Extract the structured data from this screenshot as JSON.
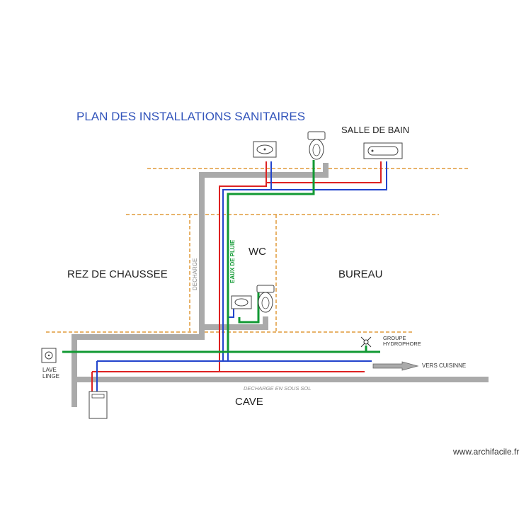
{
  "title": "PLAN DES INSTALLATIONS SANITAIRES",
  "rooms": {
    "salle_de_bain": "SALLE DE BAIN",
    "wc": "WC",
    "rez_de_chaussee": "REZ DE CHAUSSEE",
    "bureau": "BUREAU",
    "cave": "CAVE"
  },
  "labels": {
    "decharge": "DECHARGE",
    "eaux_de_pluie": "EAUX DE PLUIE",
    "groupe_hydrophore": [
      "GROUPE",
      "HYDROPHORE"
    ],
    "vers_cuisinne": "VERS CUISINNE",
    "lave_linge": [
      "LAVE",
      "LINGE"
    ],
    "decharge_sous_sol": "DECHARGE EN SOUS SOL"
  },
  "watermark": "www.archifacile.fr",
  "colors": {
    "title": "#3355bb",
    "cold_water": "#2244cc",
    "hot_water": "#dd2222",
    "rain_water": "#119933",
    "drain": "#aaaaaa",
    "floor_line": "#e09a3a"
  },
  "fixtures": [
    "sink-icon",
    "toilet-icon",
    "bathtub-icon",
    "washing-machine-icon",
    "water-heater-icon",
    "pump-icon"
  ]
}
